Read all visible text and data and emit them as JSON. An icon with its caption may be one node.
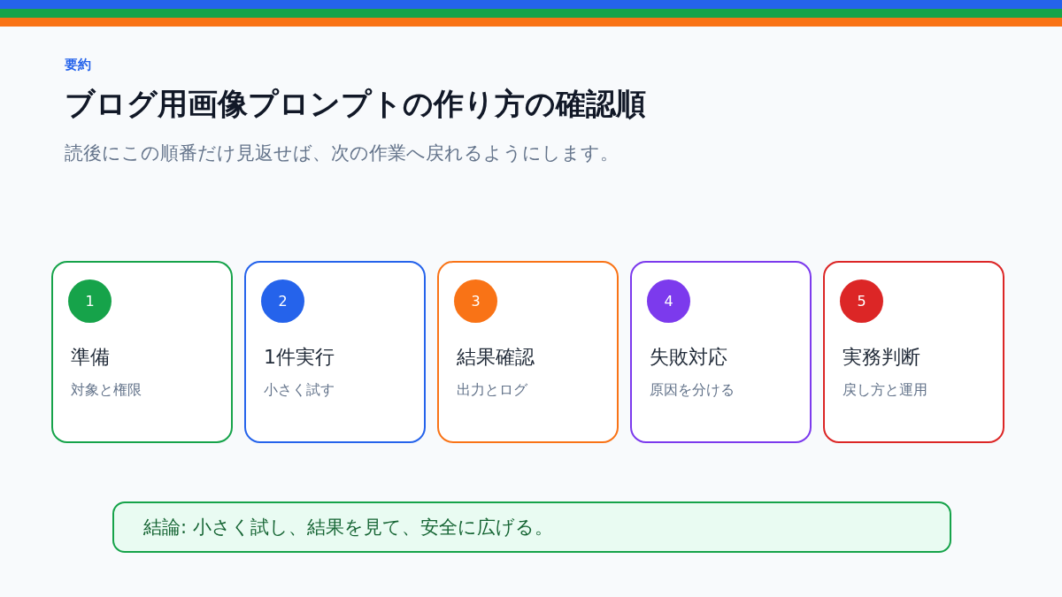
{
  "diagram": {
    "title": "ブログ用画像プロンプトの作り方の確認順",
    "nodes": [
      {
        "text": [
          "準備",
          "対象と権限"
        ]
      },
      {
        "text": [
          "1"
        ],
        "in": 0
      },
      {
        "text": [
          "1件実行",
          "小さく試す"
        ]
      },
      {
        "text": [
          "2"
        ],
        "in": 2
      },
      {
        "text": [
          "結果確認",
          "出力とログ"
        ]
      },
      {
        "text": [
          "3"
        ],
        "in": 4
      },
      {
        "text": [
          "失敗対応",
          "原因を分ける"
        ]
      },
      {
        "text": [
          "4"
        ],
        "in": 6
      },
      {
        "text": [
          "実務判断",
          "戻し方と運用"
        ]
      },
      {
        "text": [
          "5"
        ],
        "in": 8
      },
      {
        "text": [
          "結論: 小さく試し、結果を見て、安全に広げる。"
        ]
      }
    ],
    "labels": [
      "要約",
      "読後にこの順番だけ見返せば、次の作業へ戻れるようにします。"
    ]
  }
}
